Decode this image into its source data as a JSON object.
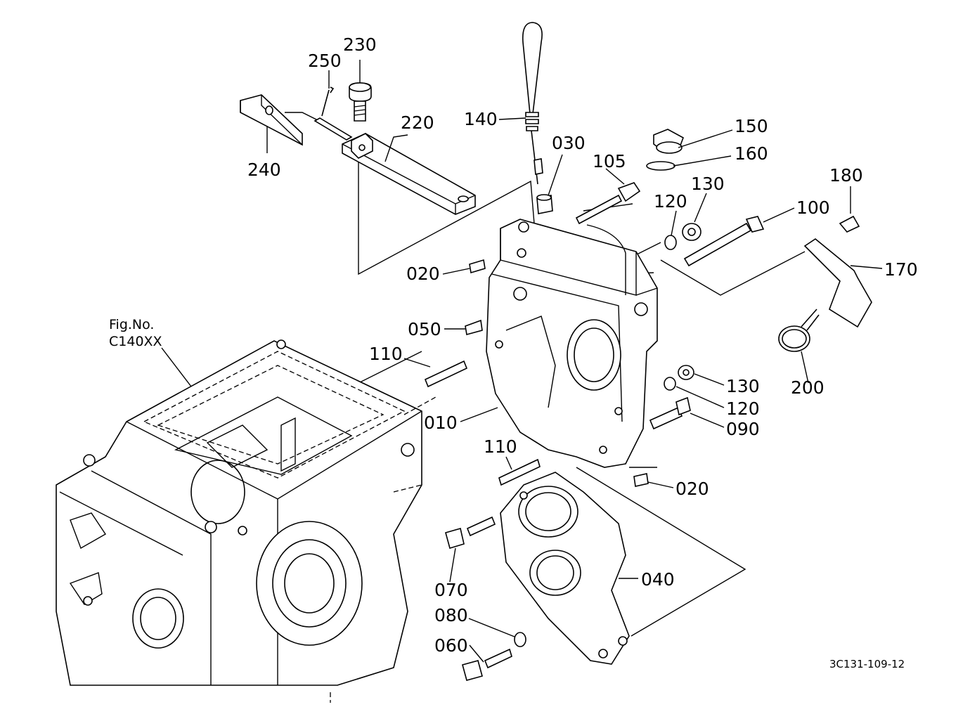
{
  "diagram": {
    "figure_ref": [
      "Fig.No.",
      "C140XX"
    ],
    "drawing_code": "3C131-109-12",
    "part_labels": [
      "230",
      "250",
      "220",
      "240",
      "140",
      "030",
      "150",
      "160",
      "105",
      "180",
      "130",
      "120",
      "100",
      "170",
      "020",
      "050",
      "110",
      "200",
      "130",
      "120",
      "090",
      "010",
      "110",
      "020",
      "040",
      "070",
      "080",
      "060"
    ]
  }
}
